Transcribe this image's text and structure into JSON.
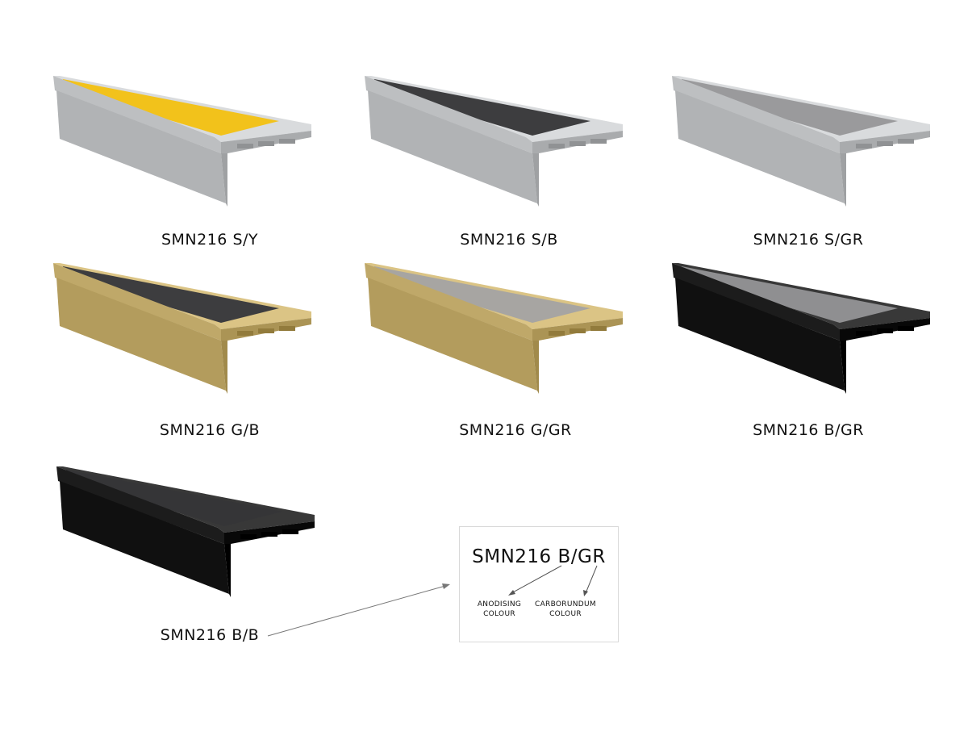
{
  "products": [
    {
      "code": "SMN216 S/Y",
      "anodising_color": "#c7c9cb",
      "carborundum_color": "#f2c21b"
    },
    {
      "code": "SMN216 S/B",
      "anodising_color": "#c7c9cb",
      "carborundum_color": "#3d3d3f"
    },
    {
      "code": "SMN216 S/GR",
      "anodising_color": "#c7c9cb",
      "carborundum_color": "#9a9a9c"
    },
    {
      "code": "SMN216 G/B",
      "anodising_color": "#c9b273",
      "carborundum_color": "#3d3d3f"
    },
    {
      "code": "SMN216 G/GR",
      "anodising_color": "#c9b273",
      "carborundum_color": "#a7a5a2"
    },
    {
      "code": "SMN216 B/GR",
      "anodising_color": "#262626",
      "carborundum_color": "#8f8f91"
    },
    {
      "code": "SMN216 B/B",
      "anodising_color": "#262626",
      "carborundum_color": "#353537"
    }
  ],
  "legend": {
    "code": "SMN216 B/GR",
    "anodising_label": "ANODISING COLOUR",
    "carborundum_label": "CARBORUNDUM COLOUR"
  }
}
